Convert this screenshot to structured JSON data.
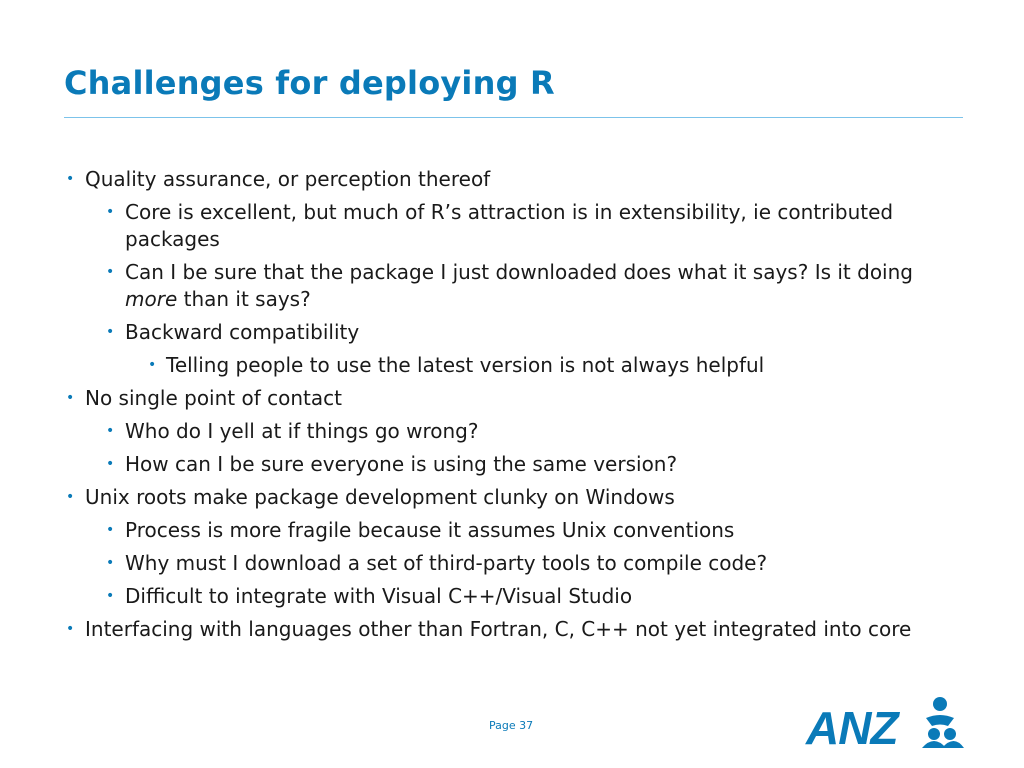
{
  "slide": {
    "title": "Challenges for deploying R",
    "page_label": "Page 37",
    "accent_color": "#0a7ab8",
    "logo_text": "ANZ"
  },
  "bullets": [
    {
      "level": 1,
      "text": "Quality assurance, or perception thereof"
    },
    {
      "level": 2,
      "text": "Core is excellent, but much of R’s attraction is in extensibility, ie contributed packages"
    },
    {
      "level": 2,
      "text_before": "Can I be sure that the package I just downloaded does what it says? Is it doing ",
      "text_em": "more",
      "text_after": " than it says?"
    },
    {
      "level": 2,
      "text": "Backward compatibility"
    },
    {
      "level": 3,
      "text": "Telling people to use the latest version is not always helpful"
    },
    {
      "level": 1,
      "text": "No single point of contact"
    },
    {
      "level": 2,
      "text": "Who do I yell at if things go wrong?"
    },
    {
      "level": 2,
      "text": "How can I be sure everyone is using the same version?"
    },
    {
      "level": 1,
      "text": "Unix roots make package development clunky on Windows"
    },
    {
      "level": 2,
      "text": "Process is more fragile because it assumes Unix conventions"
    },
    {
      "level": 2,
      "text": "Why must I download a set of third-party tools to compile code?"
    },
    {
      "level": 2,
      "text": "Difficult to integrate with Visual C++/Visual Studio"
    },
    {
      "level": 1,
      "text": "Interfacing with languages other than Fortran, C, C++ not yet integrated into core"
    }
  ]
}
